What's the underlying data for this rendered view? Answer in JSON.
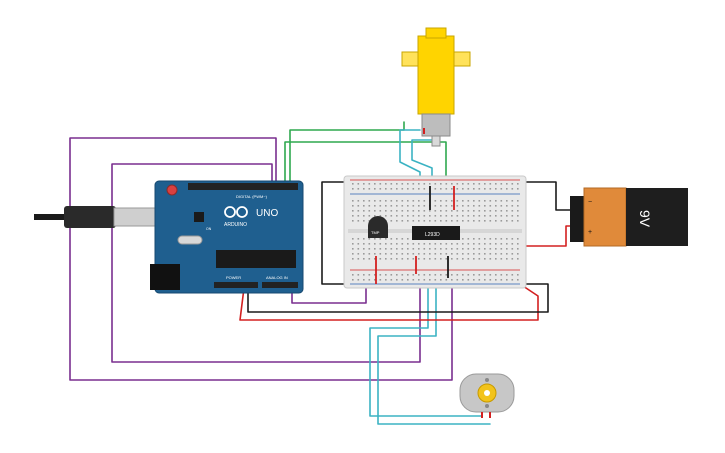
{
  "arduino": {
    "brand": "ARDUINO",
    "model": "UNO",
    "digital_header": "DIGITAL (PWM~)",
    "power_label": "POWER",
    "analog_label": "ANALOG IN",
    "on_label": "ON"
  },
  "breadboard": {
    "ic_label": "L293D",
    "transistor_label": "TMP"
  },
  "battery": {
    "label": "9V",
    "plus": "+",
    "minus": "−"
  },
  "colors": {
    "purple": "#7a2f8f",
    "green": "#2fa84f",
    "cyan": "#3bb3c3",
    "red": "#d32020",
    "black": "#1a1a1a",
    "board_blue": "#1f5f8f",
    "motor_yellow": "#ffd400",
    "battery_orange": "#e08a3a"
  }
}
